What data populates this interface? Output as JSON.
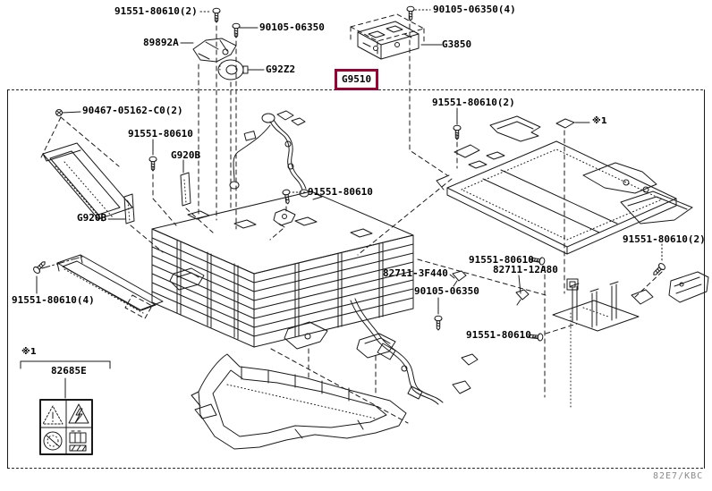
{
  "diagram": {
    "type": "parts-catalog-illustration",
    "subject": "hv-battery-assembly",
    "footer_code": "82E7/KBC",
    "highlight_color": "#990033",
    "selected_part": "G9510"
  },
  "callouts": {
    "top_left_bolt": "91551-80610(2)",
    "top_nut": "90105-06350",
    "top_bracket": "89892A",
    "top_grommet": "G92Z2",
    "top_right_bolt": "90105-06350(4)",
    "top_right_unit": "G3850",
    "selected_part": "G9510",
    "left_screw": "90467-05162-C0(2)",
    "left_bolt_upper": "91551-80610",
    "spacer_right": "G920B",
    "spacer_left": "G920B",
    "center_bolt": "91551-80610",
    "cover_bolt": "91551-80610(2)",
    "ref_mark_cover": "※1",
    "right_bolt": "91551-80610(2)",
    "clamp_a": "82711-3F440",
    "frame_bolt_upper": "91551-80610",
    "clamp_b": "82711-12A80",
    "lower_nut": "90105-06350",
    "frame_bolt_lower": "91551-80610",
    "left_bolt_quad": "91551-80610(4)",
    "ref_mark_label": "※1",
    "caution_label": "82685E"
  },
  "caution_sticker": {
    "icons": [
      "warning-triangle",
      "high-voltage-warning",
      "recycling-symbol",
      "battery-diagram"
    ]
  }
}
